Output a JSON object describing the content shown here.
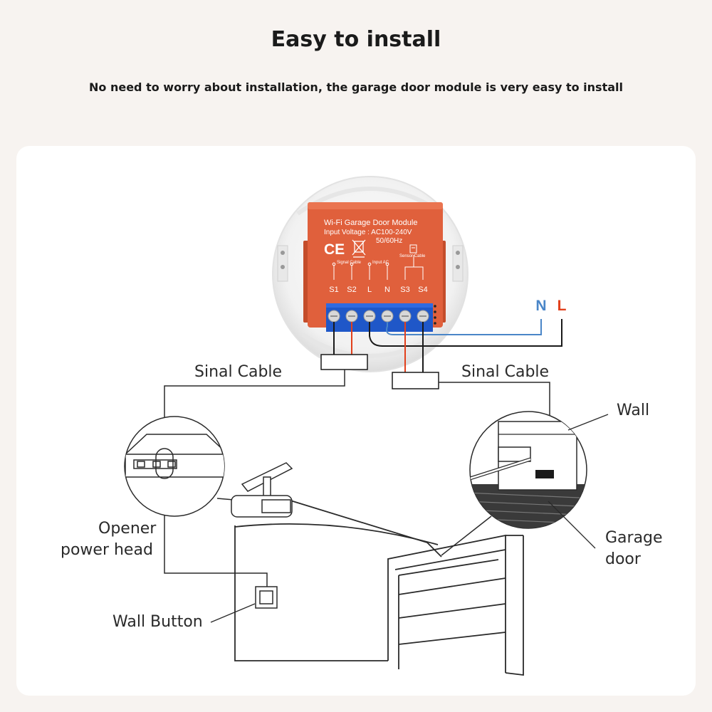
{
  "header": {
    "title": "Easy to install",
    "subtitle": "No need to worry about installation, the garage door module is very easy to install"
  },
  "module": {
    "name": "Wi-Fi Garage Door Module",
    "voltage": "Input Voltage : AC100-240V",
    "frequency": "50/60Hz",
    "ce_mark": "CE",
    "signal_cable_tag": "Signal Cable",
    "input_ac_tag": "Input AC",
    "sensor_cable_tag": "Sensor Cable",
    "terminals": [
      "S1",
      "S2",
      "L",
      "N",
      "S3",
      "S4"
    ]
  },
  "power": {
    "neutral": "N",
    "live": "L"
  },
  "labels": {
    "signal_cable_left": "Sinal Cable",
    "signal_cable_right": "Sinal Cable",
    "wall": "Wall",
    "opener_line1": "Opener",
    "opener_line2": "power head",
    "garage_line1": "Garage",
    "garage_line2": "door",
    "wall_button": "Wall Button"
  },
  "colors": {
    "module": "#e0603c",
    "terminal_block": "#1f57c8",
    "neutral": "#4a86c8",
    "live": "#e2401c"
  }
}
